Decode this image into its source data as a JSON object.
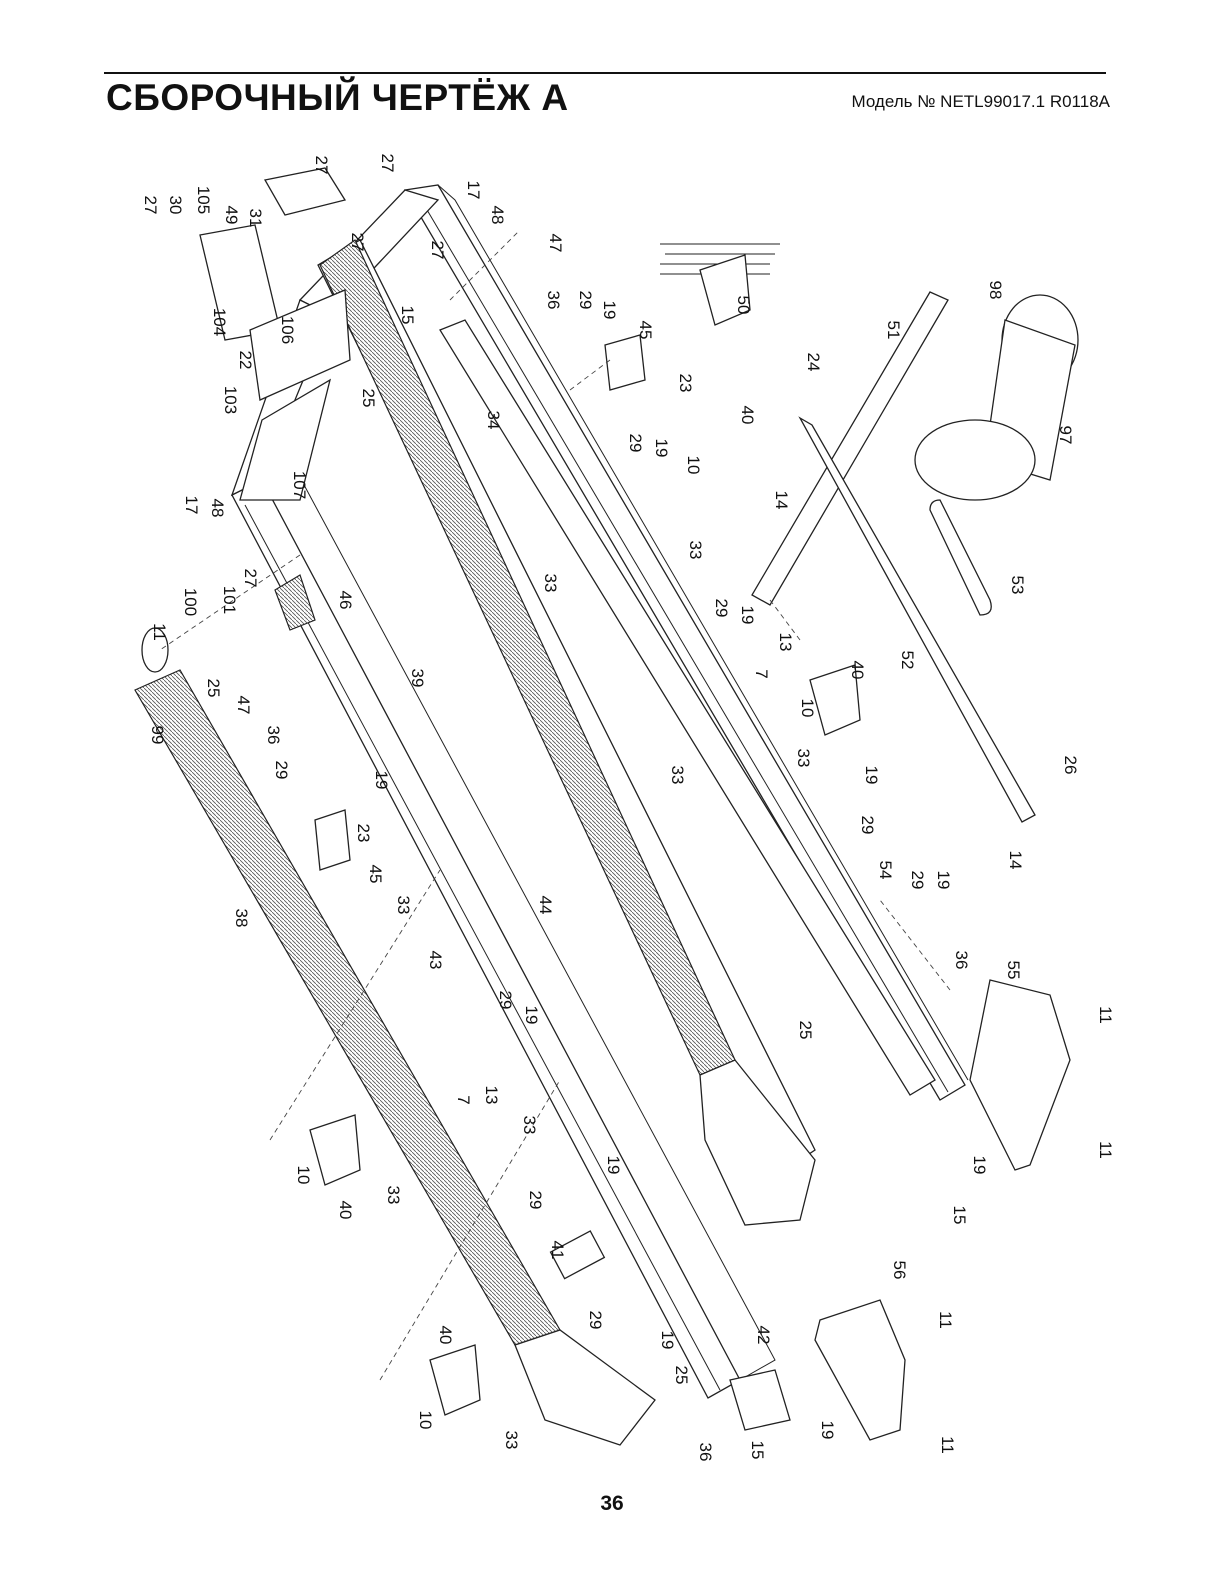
{
  "header": {
    "title": "СБОРОЧНЫЙ ЧЕРТЁЖ А",
    "model": "Модель № NETL99017.1 R0118A"
  },
  "page_number": "36",
  "callouts": [
    {
      "id": "c1",
      "text": "27"
    },
    {
      "id": "c2",
      "text": "27"
    },
    {
      "id": "c3",
      "text": "27"
    },
    {
      "id": "c4",
      "text": "30"
    },
    {
      "id": "c5",
      "text": "105"
    },
    {
      "id": "c6",
      "text": "49"
    },
    {
      "id": "c7",
      "text": "31"
    },
    {
      "id": "c8",
      "text": "27"
    },
    {
      "id": "c9",
      "text": "17"
    },
    {
      "id": "c10",
      "text": "27"
    },
    {
      "id": "c11",
      "text": "48"
    },
    {
      "id": "c12",
      "text": "47"
    },
    {
      "id": "c13",
      "text": "104"
    },
    {
      "id": "c14",
      "text": "106"
    },
    {
      "id": "c15",
      "text": "15"
    },
    {
      "id": "c16",
      "text": "36"
    },
    {
      "id": "c17",
      "text": "29"
    },
    {
      "id": "c18",
      "text": "19"
    },
    {
      "id": "c19",
      "text": "45"
    },
    {
      "id": "c20",
      "text": "50"
    },
    {
      "id": "c21",
      "text": "22"
    },
    {
      "id": "c22",
      "text": "103"
    },
    {
      "id": "c23",
      "text": "25"
    },
    {
      "id": "c24",
      "text": "23"
    },
    {
      "id": "c25",
      "text": "51"
    },
    {
      "id": "c26",
      "text": "98"
    },
    {
      "id": "c27",
      "text": "24"
    },
    {
      "id": "c28",
      "text": "107"
    },
    {
      "id": "c29",
      "text": "34"
    },
    {
      "id": "c30",
      "text": "29"
    },
    {
      "id": "c31",
      "text": "19"
    },
    {
      "id": "c32",
      "text": "40"
    },
    {
      "id": "c33",
      "text": "10"
    },
    {
      "id": "c34",
      "text": "97"
    },
    {
      "id": "c35",
      "text": "17"
    },
    {
      "id": "c36",
      "text": "48"
    },
    {
      "id": "c37",
      "text": "14"
    },
    {
      "id": "c38",
      "text": "33"
    },
    {
      "id": "c39",
      "text": "33"
    },
    {
      "id": "c40",
      "text": "27"
    },
    {
      "id": "c41",
      "text": "101"
    },
    {
      "id": "c42",
      "text": "46"
    },
    {
      "id": "c43",
      "text": "100"
    },
    {
      "id": "c44",
      "text": "11"
    },
    {
      "id": "c45",
      "text": "29"
    },
    {
      "id": "c46",
      "text": "19"
    },
    {
      "id": "c47",
      "text": "53"
    },
    {
      "id": "c48",
      "text": "25"
    },
    {
      "id": "c49",
      "text": "13"
    },
    {
      "id": "c50",
      "text": "7"
    },
    {
      "id": "c51",
      "text": "39"
    },
    {
      "id": "c52",
      "text": "47"
    },
    {
      "id": "c53",
      "text": "52"
    },
    {
      "id": "c54",
      "text": "40"
    },
    {
      "id": "c55",
      "text": "99"
    },
    {
      "id": "c56",
      "text": "36"
    },
    {
      "id": "c57",
      "text": "10"
    },
    {
      "id": "c58",
      "text": "33"
    },
    {
      "id": "c59",
      "text": "29"
    },
    {
      "id": "c60",
      "text": "19"
    },
    {
      "id": "c61",
      "text": "19"
    },
    {
      "id": "c62",
      "text": "33"
    },
    {
      "id": "c63",
      "text": "26"
    },
    {
      "id": "c64",
      "text": "29"
    },
    {
      "id": "c65",
      "text": "23"
    },
    {
      "id": "c66",
      "text": "45"
    },
    {
      "id": "c67",
      "text": "33"
    },
    {
      "id": "c68",
      "text": "14"
    },
    {
      "id": "c69",
      "text": "38"
    },
    {
      "id": "c70",
      "text": "44"
    },
    {
      "id": "c71",
      "text": "54"
    },
    {
      "id": "c72",
      "text": "29"
    },
    {
      "id": "c73",
      "text": "19"
    },
    {
      "id": "c74",
      "text": "43"
    },
    {
      "id": "c75",
      "text": "36"
    },
    {
      "id": "c76",
      "text": "55"
    },
    {
      "id": "c77",
      "text": "29"
    },
    {
      "id": "c78",
      "text": "19"
    },
    {
      "id": "c79",
      "text": "7"
    },
    {
      "id": "c80",
      "text": "13"
    },
    {
      "id": "c81",
      "text": "33"
    },
    {
      "id": "c82",
      "text": "25"
    },
    {
      "id": "c83",
      "text": "11"
    },
    {
      "id": "c84",
      "text": "11"
    },
    {
      "id": "c85",
      "text": "10"
    },
    {
      "id": "c86",
      "text": "33"
    },
    {
      "id": "c87",
      "text": "40"
    },
    {
      "id": "c88",
      "text": "29"
    },
    {
      "id": "c89",
      "text": "19"
    },
    {
      "id": "c90",
      "text": "19"
    },
    {
      "id": "c91",
      "text": "15"
    },
    {
      "id": "c92",
      "text": "41"
    },
    {
      "id": "c93",
      "text": "56"
    },
    {
      "id": "c94",
      "text": "29"
    },
    {
      "id": "c95",
      "text": "19"
    },
    {
      "id": "c96",
      "text": "11"
    },
    {
      "id": "c97",
      "text": "40"
    },
    {
      "id": "c98",
      "text": "25"
    },
    {
      "id": "c99",
      "text": "42"
    },
    {
      "id": "c100",
      "text": "10"
    },
    {
      "id": "c101",
      "text": "33"
    },
    {
      "id": "c102",
      "text": "36"
    },
    {
      "id": "c103",
      "text": "15"
    },
    {
      "id": "c104",
      "text": "19"
    },
    {
      "id": "c105",
      "text": "11"
    }
  ]
}
